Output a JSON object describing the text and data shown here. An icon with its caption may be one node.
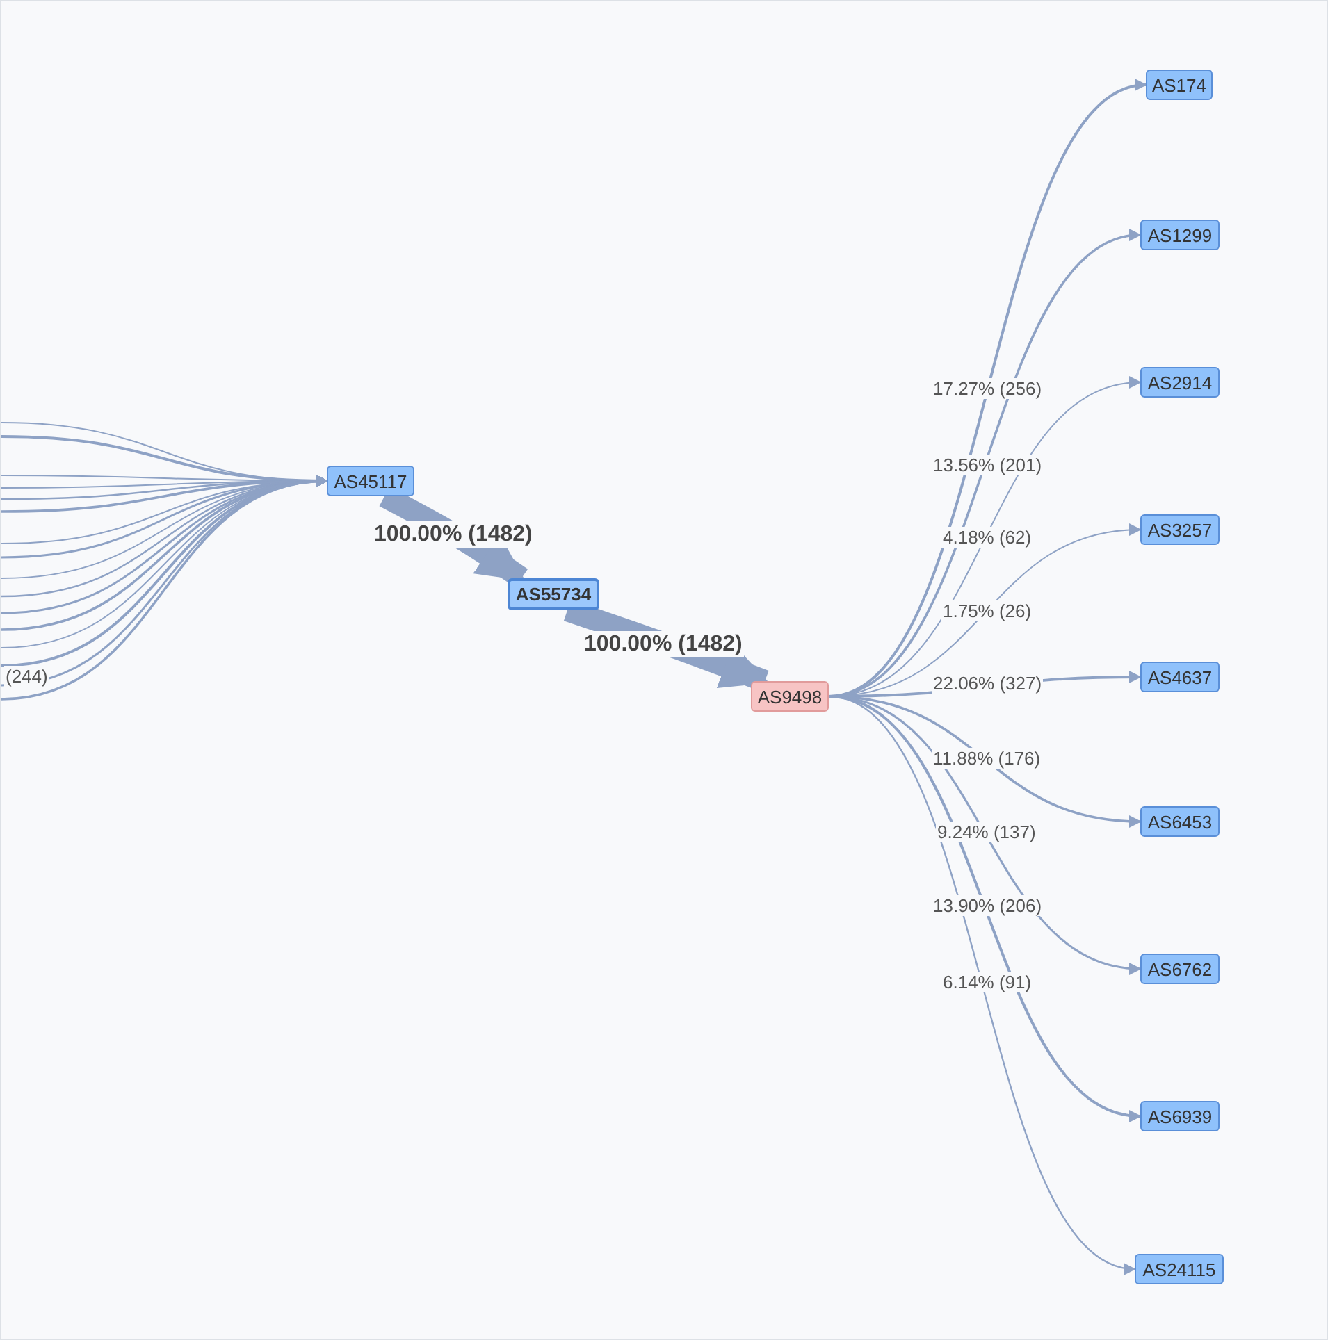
{
  "diagram": {
    "nodes": [
      {
        "text": [
          "AS45117"
        ]
      },
      {
        "text": [
          "AS55734"
        ]
      },
      {
        "text": [
          "AS9498"
        ]
      },
      {
        "text": [
          "AS174"
        ]
      },
      {
        "text": [
          "AS1299"
        ]
      },
      {
        "text": [
          "AS2914"
        ]
      },
      {
        "text": [
          "AS3257"
        ]
      },
      {
        "text": [
          "AS4637"
        ]
      },
      {
        "text": [
          "AS6453"
        ]
      },
      {
        "text": [
          "AS6762"
        ]
      },
      {
        "text": [
          "AS6939"
        ]
      },
      {
        "text": [
          "AS24115"
        ]
      }
    ],
    "edges": [
      {
        "from": null,
        "to": 0,
        "arrow": "to"
      },
      {
        "from": null,
        "to": 0,
        "arrow": "to"
      },
      {
        "from": null,
        "to": 0,
        "arrow": "to"
      },
      {
        "from": null,
        "to": 0,
        "arrow": "to"
      },
      {
        "from": null,
        "to": 0,
        "arrow": "to"
      },
      {
        "from": null,
        "to": 0,
        "arrow": "to"
      },
      {
        "from": null,
        "to": 0,
        "arrow": "to"
      },
      {
        "from": null,
        "to": 0,
        "arrow": "to"
      },
      {
        "from": null,
        "to": 0,
        "arrow": "to"
      },
      {
        "from": null,
        "to": 0,
        "arrow": "to"
      },
      {
        "from": null,
        "to": 0,
        "arrow": "to"
      },
      {
        "from": null,
        "to": 0,
        "arrow": "to"
      },
      {
        "from": null,
        "to": 0,
        "arrow": "to"
      },
      {
        "from": null,
        "to": 0,
        "arrow": "to"
      },
      {
        "from": null,
        "to": 0,
        "arrow": "to",
        "label": "(244)"
      },
      {
        "from": null,
        "to": 0,
        "arrow": "to"
      },
      {
        "from": 0,
        "to": 1,
        "arrow": "to",
        "label": "100.00% (1482)",
        "style": "thick"
      },
      {
        "from": 1,
        "to": 2,
        "arrow": "to",
        "label": "100.00% (1482)",
        "style": "thick"
      },
      {
        "from": 2,
        "to": 3,
        "arrow": "to",
        "label": "17.27% (256)"
      },
      {
        "from": 2,
        "to": 4,
        "arrow": "to",
        "label": "13.56% (201)"
      },
      {
        "from": 2,
        "to": 5,
        "arrow": "to",
        "label": "4.18% (62)"
      },
      {
        "from": 2,
        "to": 6,
        "arrow": "to",
        "label": "1.75% (26)"
      },
      {
        "from": 2,
        "to": 7,
        "arrow": "to",
        "label": "22.06% (327)"
      },
      {
        "from": 2,
        "to": 8,
        "arrow": "to",
        "label": "11.88% (176)"
      },
      {
        "from": 2,
        "to": 9,
        "arrow": "to",
        "label": "9.24% (137)"
      },
      {
        "from": 2,
        "to": 10,
        "arrow": "to",
        "label": "13.90% (206)"
      },
      {
        "from": 2,
        "to": 11,
        "arrow": "to",
        "label": "6.14% (91)"
      }
    ]
  }
}
